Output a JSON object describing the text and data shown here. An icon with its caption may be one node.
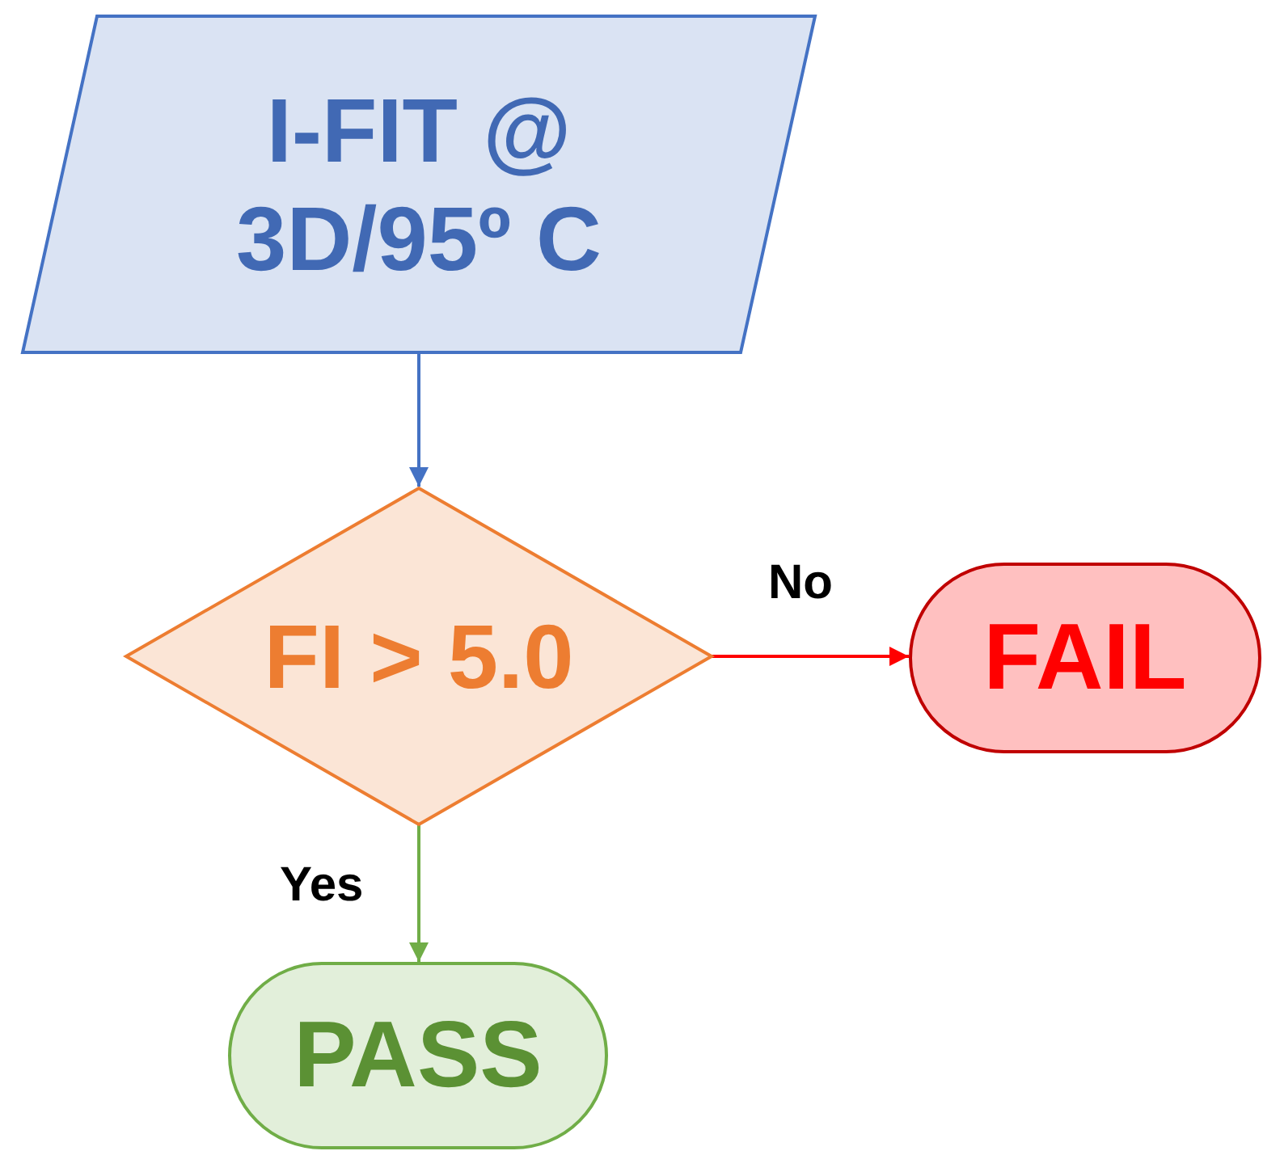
{
  "diagram": {
    "nodes": [
      {
        "text": [
          "I-FIT @ 3D/95º C"
        ]
      },
      {
        "text": [
          "FI > 5.0"
        ]
      },
      {
        "text": [
          "FAIL"
        ]
      },
      {
        "text": [
          "PASS"
        ]
      }
    ],
    "edges": [
      {
        "from": 0,
        "to": 1,
        "arrow": "to",
        "color": "#4472c4"
      },
      {
        "from": 1,
        "to": 2,
        "arrow": "to",
        "label": "No",
        "color": "#ff0000"
      },
      {
        "from": 1,
        "to": 3,
        "arrow": "to",
        "label": "Yes",
        "color": "#70ad47"
      }
    ]
  }
}
